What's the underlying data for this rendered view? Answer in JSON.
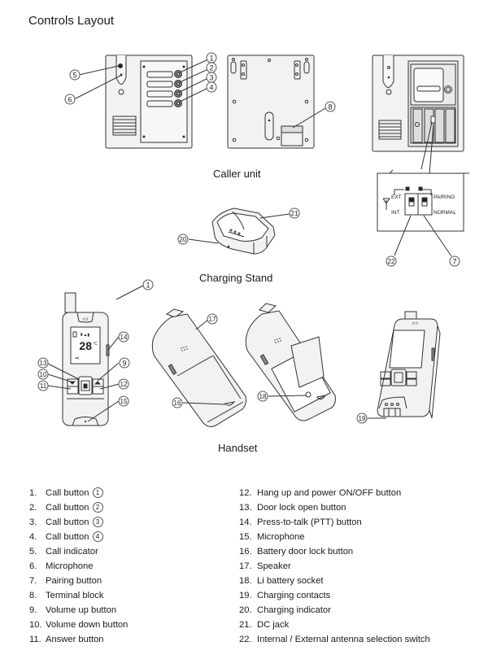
{
  "page": {
    "title": "Controls Layout"
  },
  "captions": {
    "caller_unit": "Caller unit",
    "charging_stand": "Charging Stand",
    "handset": "Handset"
  },
  "callouts": [
    "1",
    "2",
    "3",
    "4",
    "5",
    "6",
    "7",
    "8",
    "9",
    "10",
    "11",
    "12",
    "13",
    "14",
    "15",
    "16",
    "17",
    "18",
    "19",
    "20",
    "21",
    "22"
  ],
  "switch_panel": {
    "ext": "EXT",
    "int": "INT",
    "pairing": "PAIRING",
    "normal": "NORMAL"
  },
  "handset_display": {
    "temperature": "28",
    "unit": "°C"
  },
  "legend": {
    "left": [
      {
        "num": "1.",
        "label": "Call button",
        "badge": "1"
      },
      {
        "num": "2.",
        "label": "Call button",
        "badge": "2"
      },
      {
        "num": "3.",
        "label": "Call button",
        "badge": "3"
      },
      {
        "num": "4.",
        "label": "Call button",
        "badge": "4"
      },
      {
        "num": "5.",
        "label": "Call indicator"
      },
      {
        "num": "6.",
        "label": "Microphone"
      },
      {
        "num": "7.",
        "label": "Pairing button"
      },
      {
        "num": "8.",
        "label": "Terminal block"
      },
      {
        "num": "9.",
        "label": "Volume up button"
      },
      {
        "num": "10.",
        "label": "Volume down button"
      },
      {
        "num": "11.",
        "label": "Answer button"
      }
    ],
    "right": [
      {
        "num": "12.",
        "label": "Hang up and power ON/OFF button"
      },
      {
        "num": "13.",
        "label": "Door lock open button"
      },
      {
        "num": "14.",
        "label": "Press-to-talk (PTT) button"
      },
      {
        "num": "15.",
        "label": "Microphone"
      },
      {
        "num": "16.",
        "label": "Battery door lock button"
      },
      {
        "num": "17.",
        "label": "Speaker"
      },
      {
        "num": "18.",
        "label": "Li battery socket"
      },
      {
        "num": "19.",
        "label": "Charging contacts"
      },
      {
        "num": "20.",
        "label": "Charging indicator"
      },
      {
        "num": "21.",
        "label": "DC jack"
      },
      {
        "num": "22.",
        "label": "Internal / External antenna selection switch"
      }
    ]
  },
  "colors": {
    "line": "#333333",
    "fill": "#f2f2f2",
    "dark": "#555555"
  }
}
